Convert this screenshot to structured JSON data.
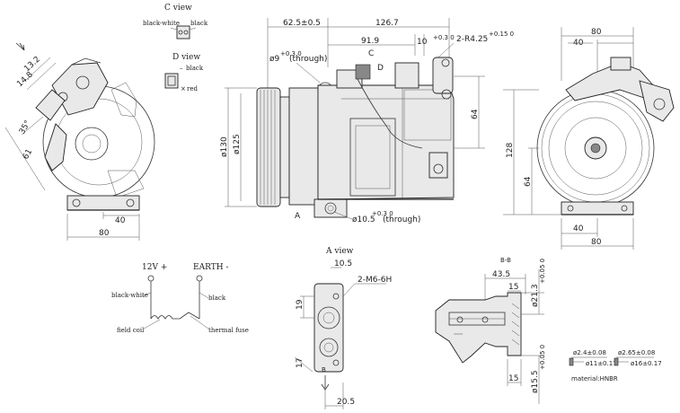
{
  "views": {
    "c_view": {
      "title": "C view",
      "left": "black-white",
      "right": "black"
    },
    "d_view": {
      "title": "D view",
      "top": "black",
      "bottom": "red"
    },
    "a_view": {
      "title": "A view",
      "section_mark": "B"
    },
    "b_section": {
      "title": "B-B"
    }
  },
  "left_view": {
    "dim_13_2": "13.2",
    "dim_14_8": "14.8",
    "dim_35": "35°",
    "dim_61": "61",
    "dim_40": "40",
    "dim_80": "80"
  },
  "side_view": {
    "dim_62_5": "62.5±0.5",
    "dim_126_7": "126.7",
    "dim_91_9": "91.9",
    "dim_10": "10",
    "dim_10_tol": "+0.3 0",
    "dim_r4": "2-R4.25",
    "dim_r4_tol": "+0.15 0",
    "dim_hole": "ø9",
    "dim_hole_tol": "+0.3 0",
    "dim_hole_note": "(through)",
    "dim_130": "ø130",
    "dim_125": "ø125",
    "dim_64": "64",
    "dim_bottom_hole": "ø10.5",
    "dim_bottom_tol": "+0.3 0",
    "dim_bottom_note": "(through)",
    "label_c": "C",
    "label_d": "D",
    "label_a": "A"
  },
  "right_view": {
    "dim_80_top": "80",
    "dim_40_top": "40",
    "dim_128": "128",
    "dim_64": "64",
    "dim_40_bottom": "40",
    "dim_80_bottom": "80"
  },
  "wiring": {
    "v12": "12V +",
    "earth": "EARTH -",
    "black_white": "black-white",
    "black": "black",
    "field_coil": "field coil",
    "thermal_fuse": "thermal fuse"
  },
  "a_view_dims": {
    "dim_10_5": "10.5",
    "dim_thread": "2-M6-6H",
    "dim_19": "19",
    "dim_17": "17",
    "dim_20_5": "20.5"
  },
  "b_section_dims": {
    "dim_43_5": "43.5",
    "dim_15_top": "15",
    "dim_21_3": "ø21.3",
    "dim_21_3_tol": "+0.05 0",
    "dim_15_bottom": "15",
    "dim_15_5": "ø15.5",
    "dim_15_5_tol": "+0.05 0"
  },
  "orings": {
    "o1_top": "ø2.4±0.08",
    "o1_bottom": "ø11±0.17",
    "o2_top": "ø2.65±0.08",
    "o2_bottom": "ø16±0.17",
    "material": "material:HNBR"
  }
}
